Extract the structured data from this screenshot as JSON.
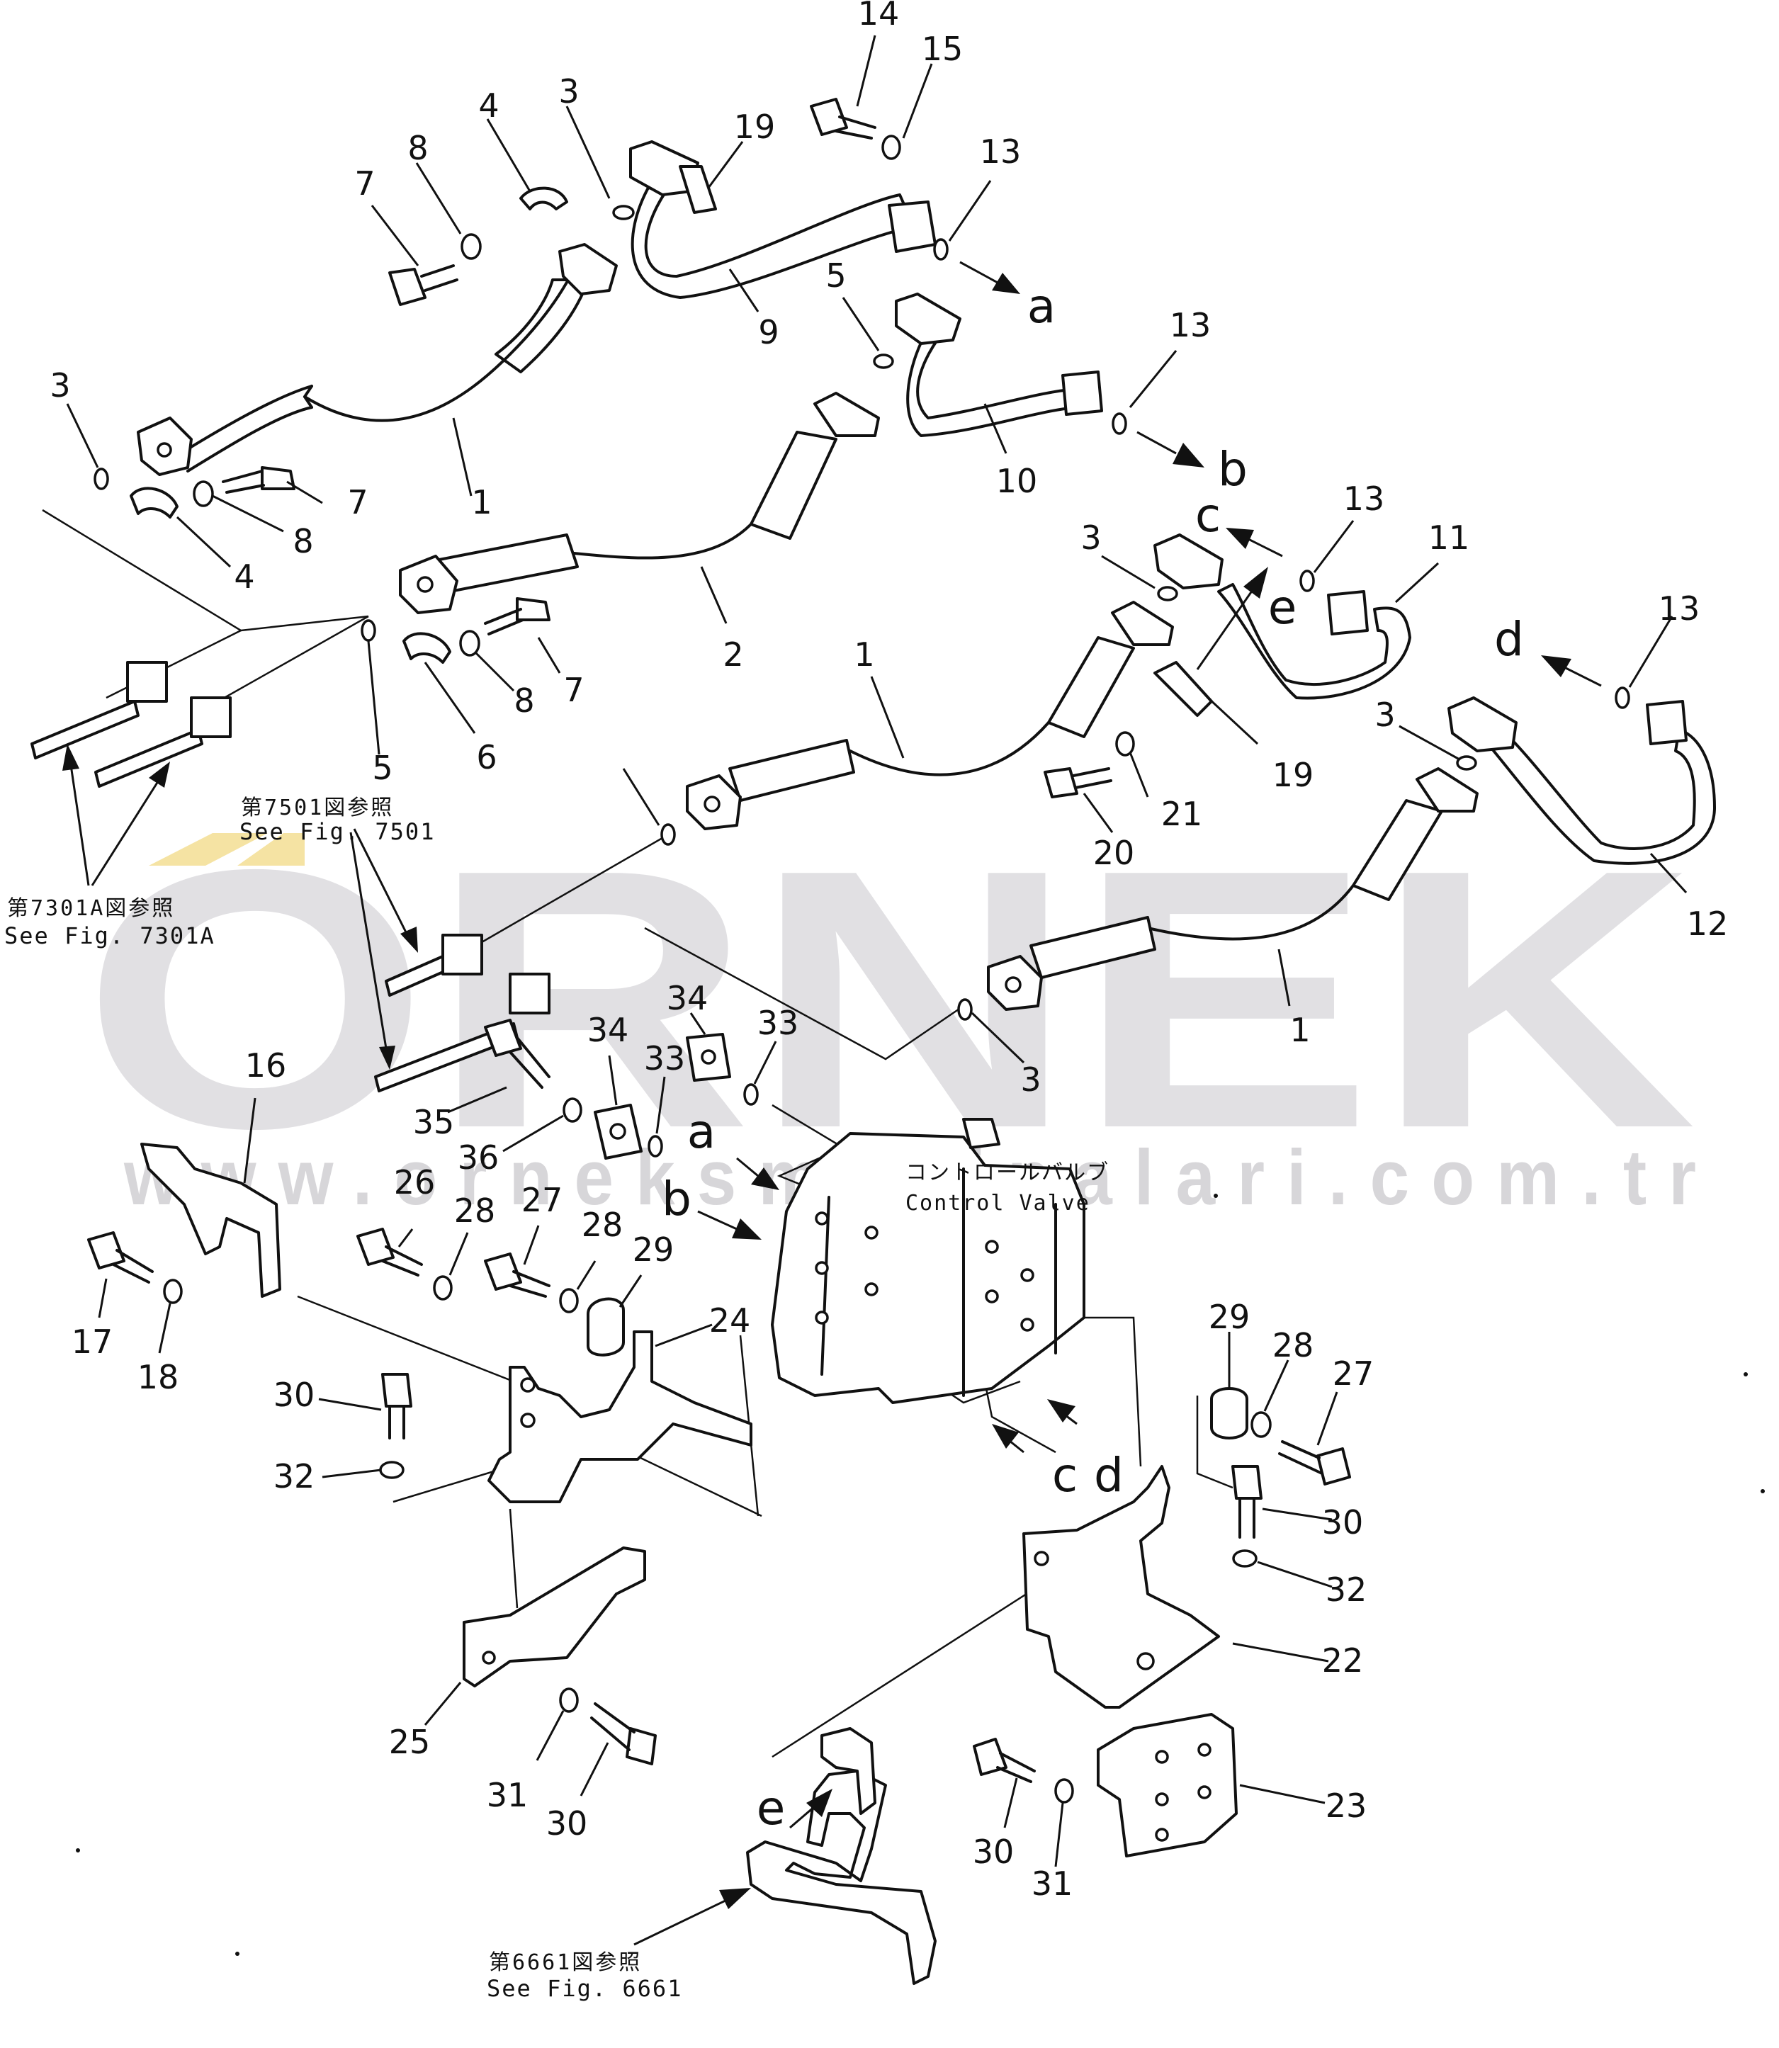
{
  "watermark": {
    "brand": "ORNEK",
    "url": "www.orneksmakinalari.com.tr",
    "accent_color": "#f5e3a3",
    "text_color": "#c9c6cc"
  },
  "references": {
    "fig_7501_jp": "第7501図参照",
    "fig_7501_en": "See Fig. 7501",
    "fig_7301a_jp": "第7301A図参照",
    "fig_7301a_en": "See Fig. 7301A",
    "fig_6661_jp": "第6661図参照",
    "fig_6661_en": "See Fig. 6661"
  },
  "control_valve": {
    "label_jp": "コントロールバルブ",
    "label_en": "Control Valve"
  },
  "part_labels": [
    "14",
    "15",
    "3",
    "4",
    "19",
    "8",
    "7",
    "13",
    "9",
    "5",
    "a",
    "13",
    "10",
    "b",
    "3",
    "1",
    "7",
    "8",
    "4",
    "2",
    "c",
    "13",
    "11",
    "3",
    "e",
    "7",
    "8",
    "6",
    "5",
    "1",
    "13",
    "d",
    "19",
    "3",
    "21",
    "20",
    "12",
    "1",
    "3",
    "34",
    "34",
    "33",
    "33",
    "16",
    "35",
    "36",
    "a",
    "b",
    "26",
    "28",
    "27",
    "28",
    "29",
    "24",
    "17",
    "18",
    "30",
    "32",
    "29",
    "28",
    "27",
    "30",
    "32",
    "c",
    "d",
    "22",
    "25",
    "31",
    "30",
    "23",
    "e",
    "30",
    "31"
  ]
}
